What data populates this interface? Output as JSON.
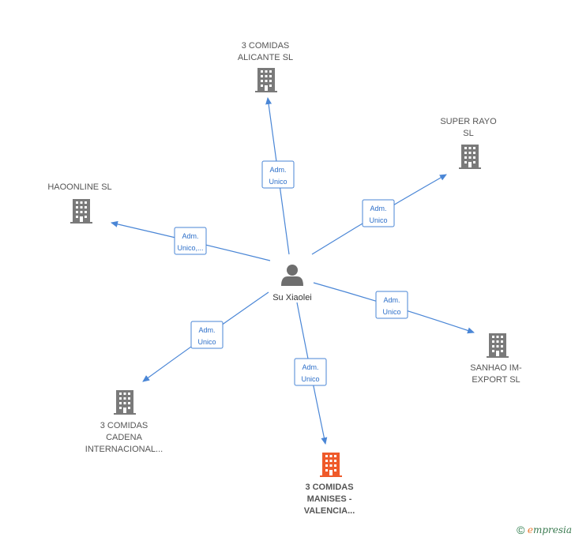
{
  "diagram": {
    "center": {
      "name": "Su Xiaolei"
    },
    "colors": {
      "company": "#7a7a7a",
      "highlight": "#ef5a2a",
      "edge": "#4a86d6",
      "person": "#6e6e6e"
    },
    "nodes": [
      {
        "id": "alicante",
        "lines": [
          "3 COMIDAS",
          "ALICANTE  SL"
        ],
        "highlight": false
      },
      {
        "id": "superrayo",
        "lines": [
          "SUPER RAYO",
          "SL"
        ],
        "highlight": false
      },
      {
        "id": "haoonline",
        "lines": [
          "HAOONLINE  SL"
        ],
        "highlight": false
      },
      {
        "id": "sanhao",
        "lines": [
          "SANHAO IM-",
          "EXPORT SL"
        ],
        "highlight": false
      },
      {
        "id": "cadena",
        "lines": [
          "3 COMIDAS",
          "CADENA",
          "INTERNACIONAL..."
        ],
        "highlight": false
      },
      {
        "id": "manises",
        "lines": [
          "3 COMIDAS",
          "MANISES -",
          "VALENCIA..."
        ],
        "highlight": true
      }
    ],
    "edges": [
      {
        "to": "alicante",
        "lines": [
          "Adm.",
          "Unico"
        ]
      },
      {
        "to": "superrayo",
        "lines": [
          "Adm.",
          "Unico"
        ]
      },
      {
        "to": "haoonline",
        "lines": [
          "Adm.",
          "Unico,..."
        ]
      },
      {
        "to": "sanhao",
        "lines": [
          "Adm.",
          "Unico"
        ]
      },
      {
        "to": "cadena",
        "lines": [
          "Adm.",
          "Unico"
        ]
      },
      {
        "to": "manises",
        "lines": [
          "Adm.",
          "Unico"
        ]
      }
    ]
  },
  "footer": {
    "copyright": "©",
    "brand_first": "e",
    "brand_rest": "mpresia"
  }
}
